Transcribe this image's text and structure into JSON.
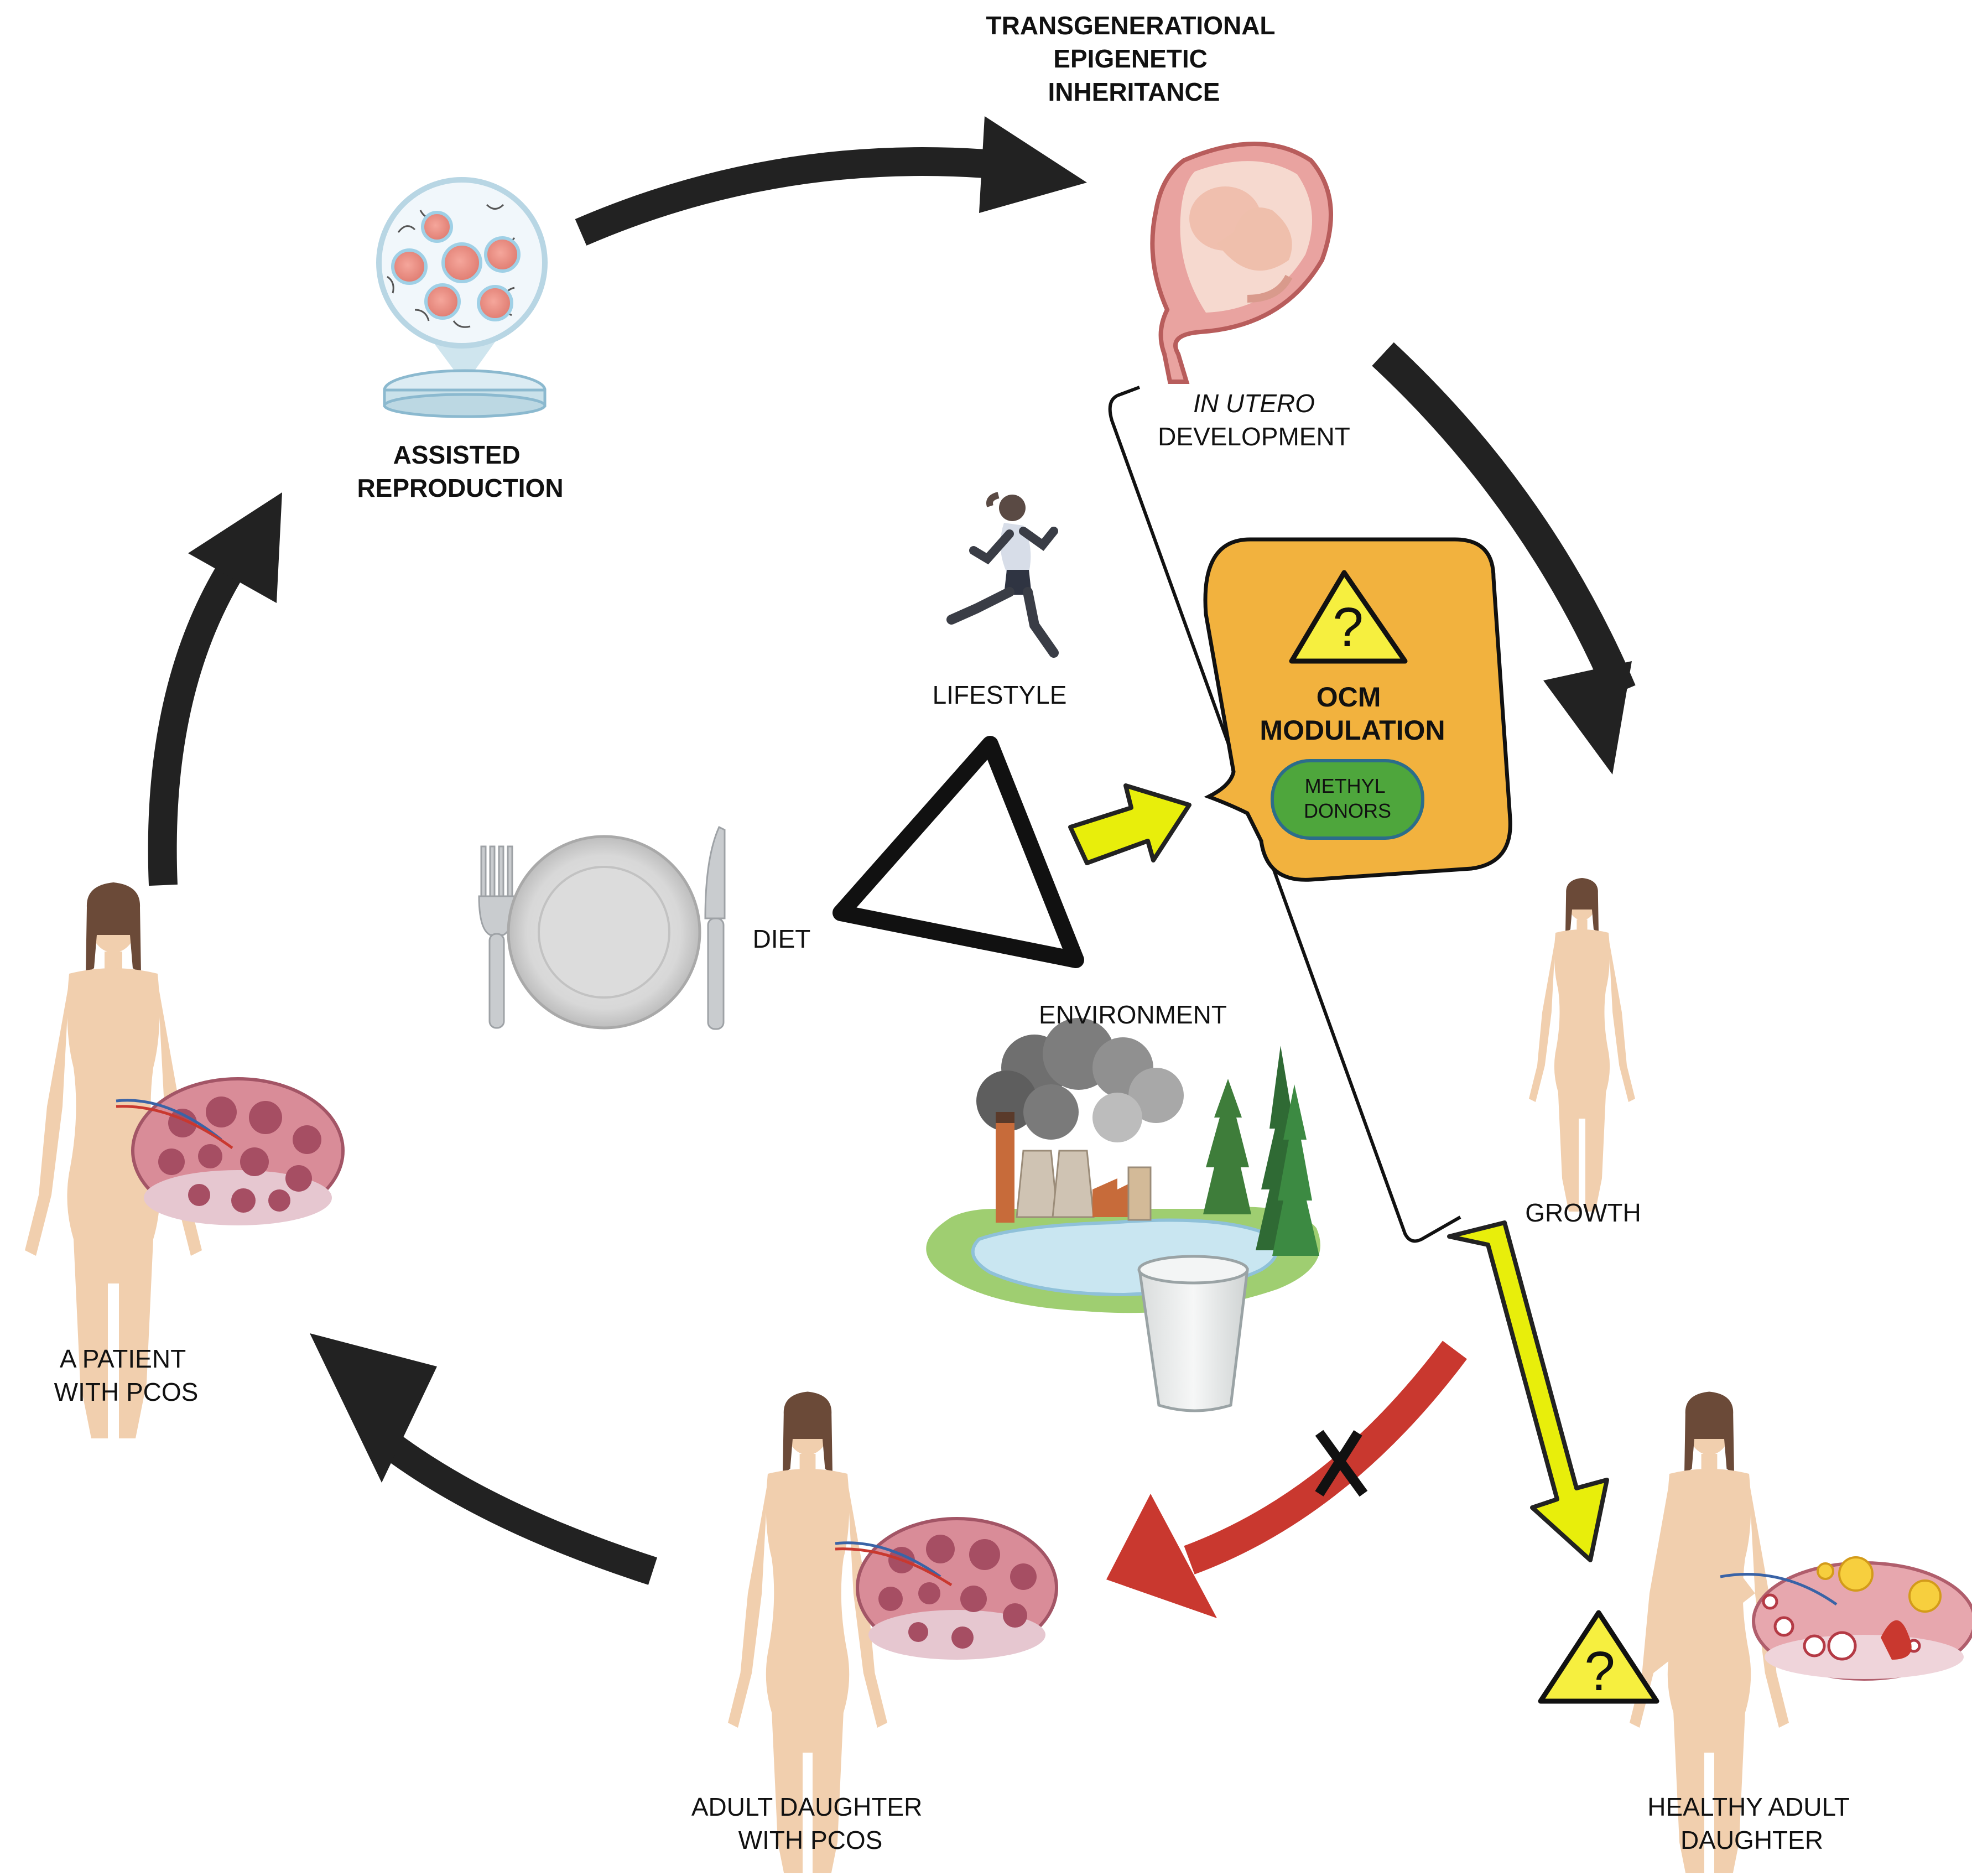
{
  "labels": {
    "transgenerational": [
      "TRANSGENERATIONAL",
      "EPIGENETIC",
      "INHERITANCE"
    ],
    "assisted": [
      "ASSISTED",
      "REPRODUCTION"
    ],
    "in_utero_italic": "IN UTERO",
    "development": "DEVELOPMENT",
    "lifestyle": "LIFESTYLE",
    "diet": "DIET",
    "environment": "ENVIRONMENT",
    "ocm": [
      "OCM",
      "MODULATION"
    ],
    "methyl": [
      "METHYL",
      "DONORS"
    ],
    "growth": "GROWTH",
    "patient": [
      "A PATIENT",
      "WITH PCOS"
    ],
    "adult_pcos": [
      "ADULT DAUGHTER",
      "WITH PCOS"
    ],
    "healthy": [
      "HEALTHY ADULT",
      "DAUGHTER"
    ],
    "question_mark": "?",
    "cross_mark": "X"
  },
  "colors": {
    "cycle_arrow": "#222222",
    "yellow_arrow": "#e8ee0b",
    "red_arrow": "#c9382f",
    "ocm_box": "#f2b23e",
    "methyl_pill": "#4ea63c",
    "skin": "#f1cfae",
    "hair": "#6b4a38",
    "ovary": "#d98c98"
  }
}
